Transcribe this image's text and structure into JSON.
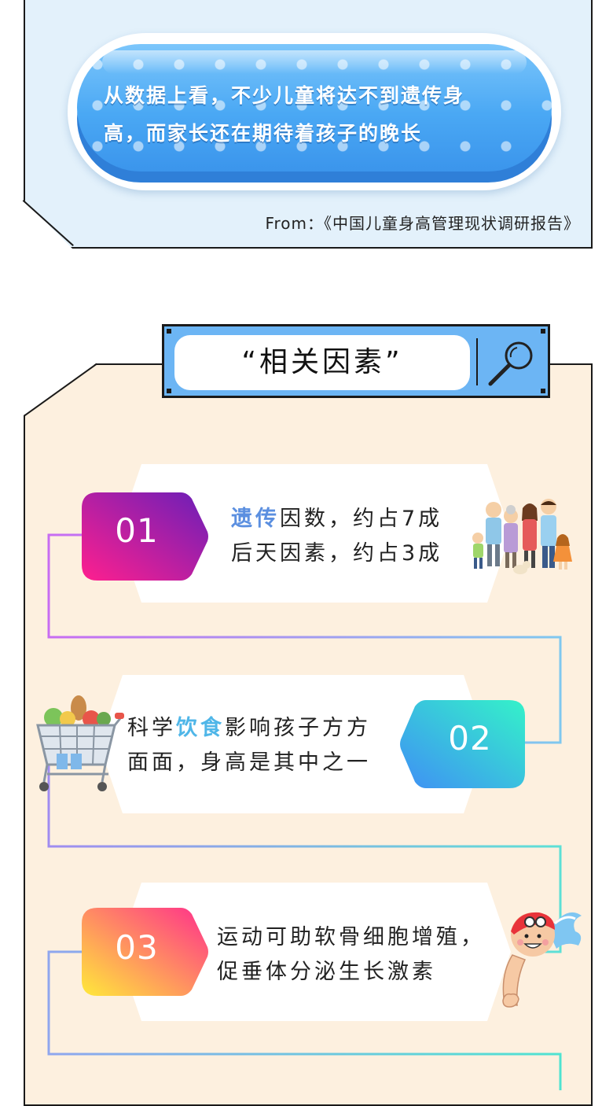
{
  "top": {
    "bubble_line1": "从数据上看，不少儿童将达不到遗传身",
    "bubble_line2": "高，而家长还在期待着孩子的晚长",
    "source": "From：《中国儿童身高管理现状调研报告》"
  },
  "section": {
    "title": "“相关因素”",
    "icon": "magnifier-icon"
  },
  "factors": [
    {
      "number": "01",
      "line1_highlight": "遗传",
      "line1_rest": "因数，约占7成",
      "line2": "后天因素，约占3成",
      "illustration": "family-illustration"
    },
    {
      "number": "02",
      "line1_prefix": "科学",
      "line1_highlight": "饮食",
      "line1_rest": "影响孩子方方",
      "line2": "面面，身高是其中之一",
      "illustration": "shopping-cart-illustration"
    },
    {
      "number": "03",
      "line1": "运动可助软骨细胞增殖，",
      "line2": "促垂体分泌生长激素",
      "illustration": "swimmer-illustration"
    }
  ],
  "colors": {
    "top_panel_bg": "#e3f1fb",
    "bottom_panel_bg": "#fdf0df",
    "bubble_blue": "#4aa8f4",
    "highlight_blue": "#5b8fe0",
    "badge1_gradient": [
      "#ff1f8e",
      "#6a1fb8"
    ],
    "badge2_gradient": [
      "#3f8ff5",
      "#34f2c9"
    ],
    "badge3_gradient": [
      "#ffe93a",
      "#ff2f8c"
    ]
  }
}
